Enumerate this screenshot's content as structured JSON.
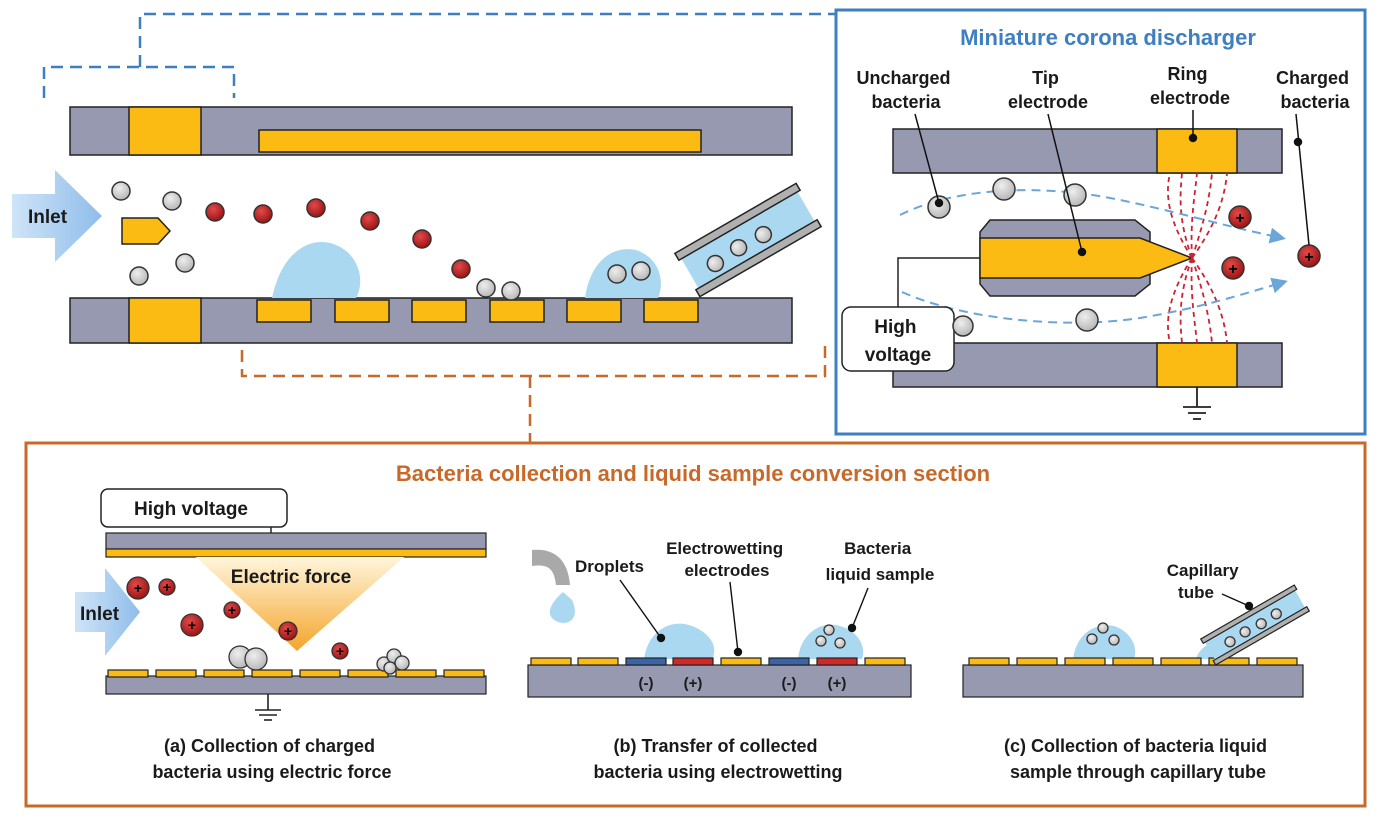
{
  "colors": {
    "channel": "#9799b0",
    "electrode": "#fbbb13",
    "droplet": "#aad8f0",
    "bacteria_gray": "#c8c8c8",
    "bacteria_red": "#b01818",
    "blue_frame": "#3d7fc1",
    "orange_frame": "#c8692a",
    "field_line": "#cc2233",
    "minus_electrode": "#3a63a8",
    "plus_electrode": "#d42626"
  },
  "main_device": {
    "inlet_label": "Inlet"
  },
  "corona": {
    "title": "Miniature corona discharger",
    "uncharged_label": [
      "Uncharged",
      "bacteria"
    ],
    "tip_label": [
      "Tip",
      "electrode"
    ],
    "ring_label": [
      "Ring",
      "electrode"
    ],
    "charged_label": [
      "Charged",
      "bacteria"
    ],
    "high_voltage_label": [
      "High",
      "voltage"
    ],
    "plus_sign": "+"
  },
  "collection": {
    "title": "Bacteria collection and liquid sample conversion section",
    "panel_a": {
      "high_voltage_label": "High voltage",
      "electric_force_label": "Electric force",
      "inlet_label": "Inlet",
      "caption": [
        "(a) Collection of charged",
        "bacteria using electric force"
      ]
    },
    "panel_b": {
      "droplets_label": "Droplets",
      "electrowetting_label": [
        "Electrowetting",
        "electrodes"
      ],
      "liquid_sample_label": [
        "Bacteria",
        "liquid sample"
      ],
      "minus_sign": "(-)",
      "plus_sign": "(+)",
      "caption": [
        "(b) Transfer of collected",
        "bacteria using electrowetting"
      ]
    },
    "panel_c": {
      "capillary_label": [
        "Capillary",
        "tube"
      ],
      "caption": [
        "(c) Collection of bacteria liquid",
        "sample through capillary tube"
      ]
    }
  }
}
